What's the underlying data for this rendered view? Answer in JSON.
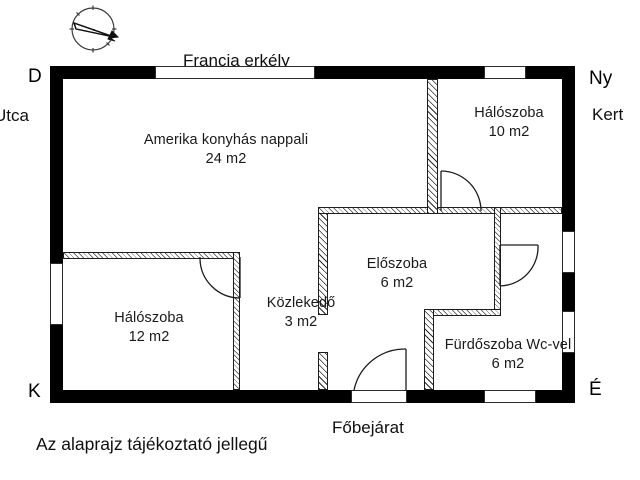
{
  "plan": {
    "caption": "Az alaprajz tájékoztató jellegű",
    "compass_icon": "compass-rose-icon"
  },
  "orientation": {
    "top_left": "D",
    "top_right": "Ny",
    "bottom_left": "K",
    "bottom_right": "É"
  },
  "edges": {
    "left": "Utca",
    "right": "Kert",
    "top_opening": "Francia erkély",
    "bottom_opening": "Főbejárat"
  },
  "rooms": [
    {
      "id": "living",
      "name": "Amerika konyhás nappali",
      "area": "24 m2"
    },
    {
      "id": "bedroom1",
      "name": "Hálószoba",
      "area": "10 m2"
    },
    {
      "id": "bedroom2",
      "name": "Hálószoba",
      "area": "12 m2"
    },
    {
      "id": "hall",
      "name": "Előszoba",
      "area": "6 m2"
    },
    {
      "id": "corridor",
      "name": "Közlekedő",
      "area": "3 m2"
    },
    {
      "id": "bath",
      "name": "Fürdőszoba Wc-vel",
      "area": "6 m2"
    }
  ],
  "colors": {
    "wall": "#000000",
    "line": "#1d1d1d",
    "text": "#111111",
    "background": "#ffffff"
  }
}
